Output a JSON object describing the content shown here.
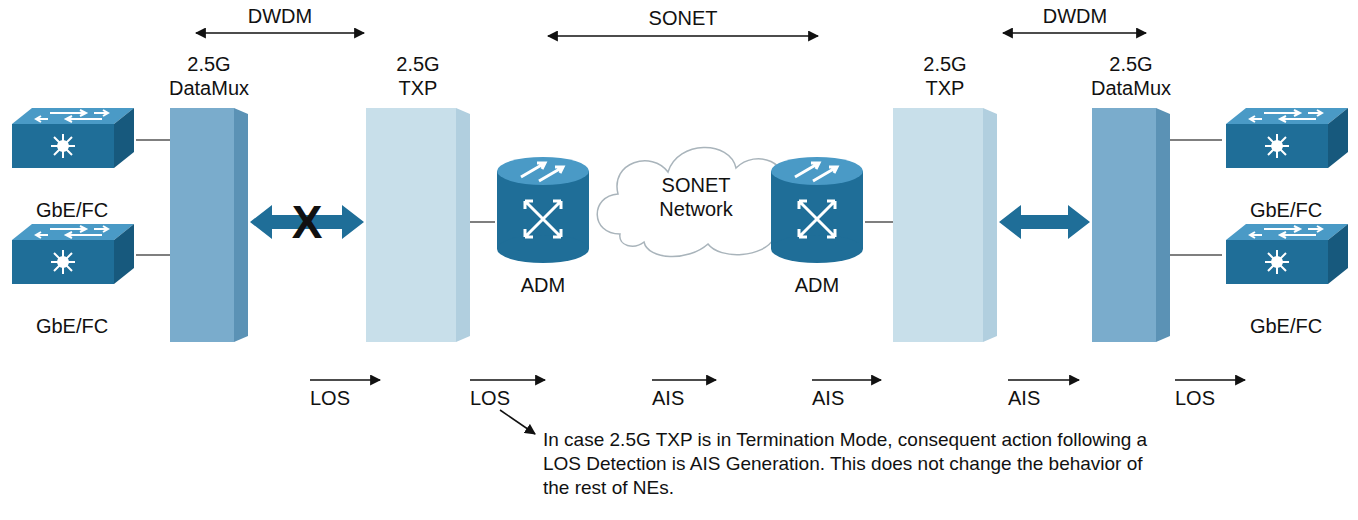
{
  "diagram": {
    "nodes": [
      {
        "text": [
          "GbE/FC"
        ]
      },
      {
        "text": [
          "GbE/FC"
        ]
      },
      {
        "text": [
          "2.5G DataMux"
        ]
      },
      {
        "text": [
          "2.5G TXP"
        ]
      },
      {
        "text": [
          "ADM"
        ]
      },
      {
        "text": [
          "SONET Network"
        ]
      },
      {
        "text": [
          "ADM"
        ]
      },
      {
        "text": [
          "2.5G TXP"
        ]
      },
      {
        "text": [
          "2.5G DataMux"
        ]
      },
      {
        "text": [
          "GbE/FC"
        ]
      },
      {
        "text": [
          "GbE/FC"
        ]
      }
    ],
    "edges": [
      {
        "from": 0,
        "to": 2,
        "arrow": "none"
      },
      {
        "from": 1,
        "to": 2,
        "arrow": "none"
      },
      {
        "from": 2,
        "to": 3,
        "arrow": "both",
        "label": "X"
      },
      {
        "from": 3,
        "to": 4,
        "arrow": "none"
      },
      {
        "from": 6,
        "to": 7,
        "arrow": "none"
      },
      {
        "from": 7,
        "to": 8,
        "arrow": "both"
      },
      {
        "from": 8,
        "to": 9,
        "arrow": "none"
      },
      {
        "from": 8,
        "to": 10,
        "arrow": "none"
      }
    ],
    "labels": [
      "DWDM",
      "SONET",
      "DWDM",
      "LOS",
      "LOS",
      "AIS",
      "AIS",
      "AIS",
      "LOS",
      "In case 2.5G TXP is in Termination Mode, consequent action following a LOS Detection is AIS Generation. This does not change the behavior of the rest of NEs."
    ]
  }
}
